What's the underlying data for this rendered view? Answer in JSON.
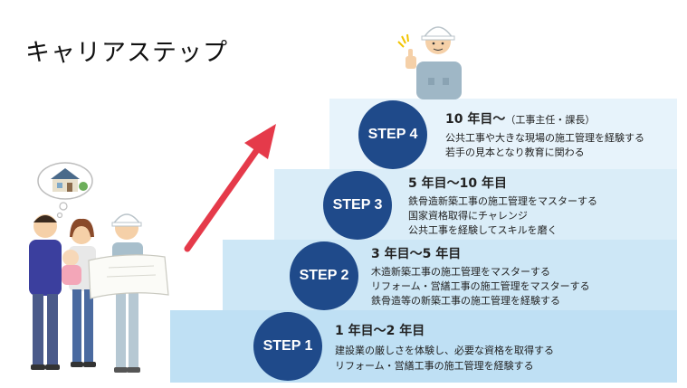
{
  "title": "キャリアステップ",
  "steps": [
    {
      "badge": "STEP 1",
      "heading": "1 年目〜2 年目",
      "lines": [
        "建設業の厳しさを体験し、必要な資格を取得する",
        "リフォーム・営繕工事の施工管理を経験する"
      ]
    },
    {
      "badge": "STEP 2",
      "heading": "3 年目〜5 年目",
      "lines": [
        "木造新築工事の施工管理をマスターする",
        "リフォーム・営繕工事の施工管理をマスターする",
        "鉄骨造等の新築工事の施工管理を経験する"
      ]
    },
    {
      "badge": "STEP 3",
      "heading": "5 年目〜10 年目",
      "lines": [
        "鉄骨造新築工事の施工管理をマスターする",
        "国家資格取得にチャレンジ",
        "公共工事を経験してスキルを磨く"
      ]
    },
    {
      "badge": "STEP 4",
      "heading": "10 年目〜",
      "heading_sub": "（工事主任・課長）",
      "lines": [
        "公共工事や大きな現場の施工管理を経験する",
        "若手の見本となり教育に関わる"
      ]
    }
  ],
  "colors": {
    "badge": "#1f4a8a",
    "arrow": "#e53a4a",
    "step1": "#bfe0f4",
    "step2": "#cde7f6",
    "step3": "#daedf8",
    "step4": "#e7f3fb"
  },
  "icons": [
    "family-illustration",
    "worker-thumbs-up-illustration",
    "house-thought-bubble-icon",
    "up-arrow-icon"
  ]
}
